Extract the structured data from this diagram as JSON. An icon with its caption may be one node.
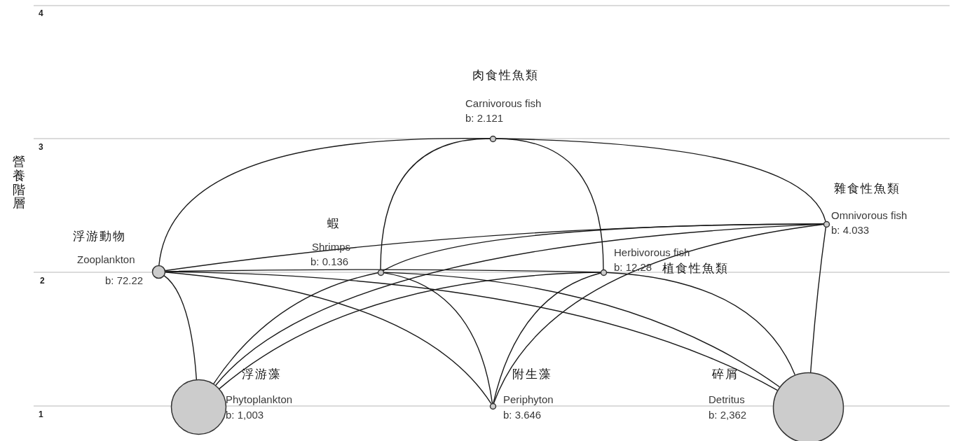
{
  "diagram": {
    "nodes": [
      {
        "text": [
          "肉食性魚類",
          "Carnivorous fish",
          "b: 2.121"
        ]
      },
      {
        "text": [
          "雜食性魚類",
          "Omnivorous fish",
          "b: 4.033"
        ]
      },
      {
        "text": [
          "浮游動物",
          "Zooplankton",
          "b: 72.22"
        ]
      },
      {
        "text": [
          "蝦",
          "Shrimps",
          "b: 0.136"
        ]
      },
      {
        "text": [
          "Herbivorous fish",
          "b: 12.28",
          "植食性魚類"
        ]
      },
      {
        "text": [
          "浮游藻",
          "Phytoplankton",
          "b: 1,003"
        ]
      },
      {
        "text": [
          "附生藻",
          "Periphyton",
          "b: 3.646"
        ]
      },
      {
        "text": [
          "碎屑",
          "Detritus",
          "b: 2,362"
        ]
      }
    ],
    "edges": [
      {
        "from": 2,
        "to": 0,
        "arrow": "none"
      },
      {
        "from": 0,
        "to": 1,
        "arrow": "none"
      },
      {
        "from": 3,
        "to": 0,
        "arrow": "none"
      },
      {
        "from": 0,
        "to": 4,
        "arrow": "none"
      },
      {
        "from": 2,
        "to": 1,
        "arrow": "none"
      },
      {
        "from": 3,
        "to": 1,
        "arrow": "none"
      },
      {
        "from": 5,
        "to": 1,
        "arrow": "none"
      },
      {
        "from": 6,
        "to": 1,
        "arrow": "none"
      },
      {
        "from": 7,
        "to": 1,
        "arrow": "none"
      },
      {
        "from": 2,
        "to": 4,
        "arrow": "none"
      },
      {
        "from": 2,
        "to": 5,
        "arrow": "none"
      },
      {
        "from": 2,
        "to": 6,
        "arrow": "none"
      },
      {
        "from": 2,
        "to": 7,
        "arrow": "none"
      },
      {
        "from": 3,
        "to": 5,
        "arrow": "none"
      },
      {
        "from": 3,
        "to": 6,
        "arrow": "none"
      },
      {
        "from": 3,
        "to": 7,
        "arrow": "none"
      },
      {
        "from": 4,
        "to": 5,
        "arrow": "none"
      },
      {
        "from": 4,
        "to": 6,
        "arrow": "none"
      },
      {
        "from": 4,
        "to": 7,
        "arrow": "none"
      }
    ],
    "labels": [
      "營養階層",
      "4",
      "3",
      "2",
      "1"
    ]
  }
}
